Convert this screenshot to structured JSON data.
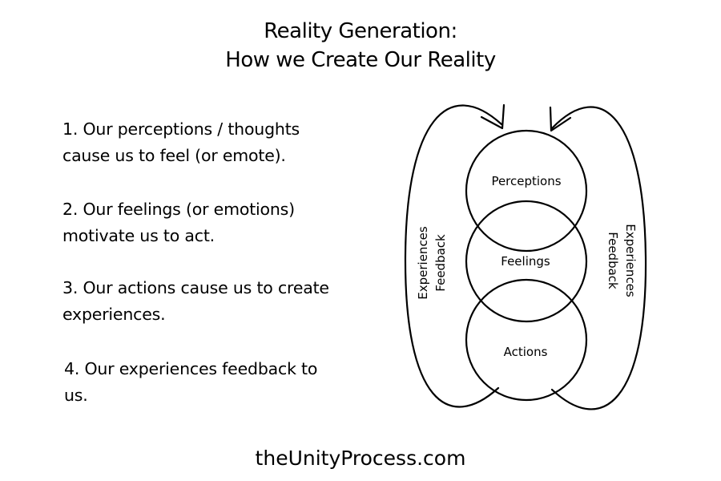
{
  "title": {
    "line1": "Reality Generation:",
    "line2": "How we Create Our Reality"
  },
  "steps": [
    {
      "line1": "1. Our perceptions / thoughts",
      "line2": "cause us to feel (or emote)."
    },
    {
      "line1": "2. Our feelings (or emotions)",
      "line2": "motivate us to act."
    },
    {
      "line1": "3. Our actions cause us to create",
      "line2": "experiences."
    },
    {
      "line1": "4. Our experiences feedback to",
      "line2": "us."
    }
  ],
  "diagram": {
    "circles": [
      "Perceptions",
      "Feelings",
      "Actions"
    ],
    "left_loop": {
      "line1": "Experiences",
      "line2": "Feedback"
    },
    "right_loop": {
      "line1": "Experiences",
      "line2": "Feedback"
    }
  },
  "footer": "theUnityProcess.com"
}
